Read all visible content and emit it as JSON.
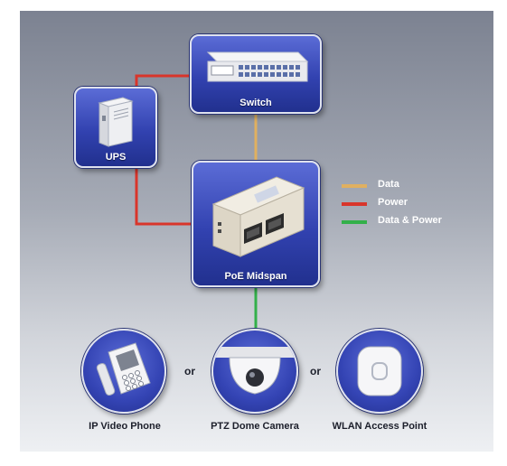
{
  "nodes": {
    "switch": {
      "label": "Switch"
    },
    "ups": {
      "label": "UPS"
    },
    "midspan": {
      "label": "PoE Midspan"
    }
  },
  "devices": [
    {
      "label": "IP Video Phone",
      "icon": "video-phone-icon"
    },
    {
      "label": "PTZ Dome Camera",
      "icon": "dome-camera-icon"
    },
    {
      "label": "WLAN Access Point",
      "icon": "access-point-icon"
    }
  ],
  "separator": "or",
  "legend": [
    {
      "label": "Data",
      "color": "#e0b060"
    },
    {
      "label": "Power",
      "color": "#d9352b"
    },
    {
      "label": "Data & Power",
      "color": "#33b04a"
    }
  ]
}
